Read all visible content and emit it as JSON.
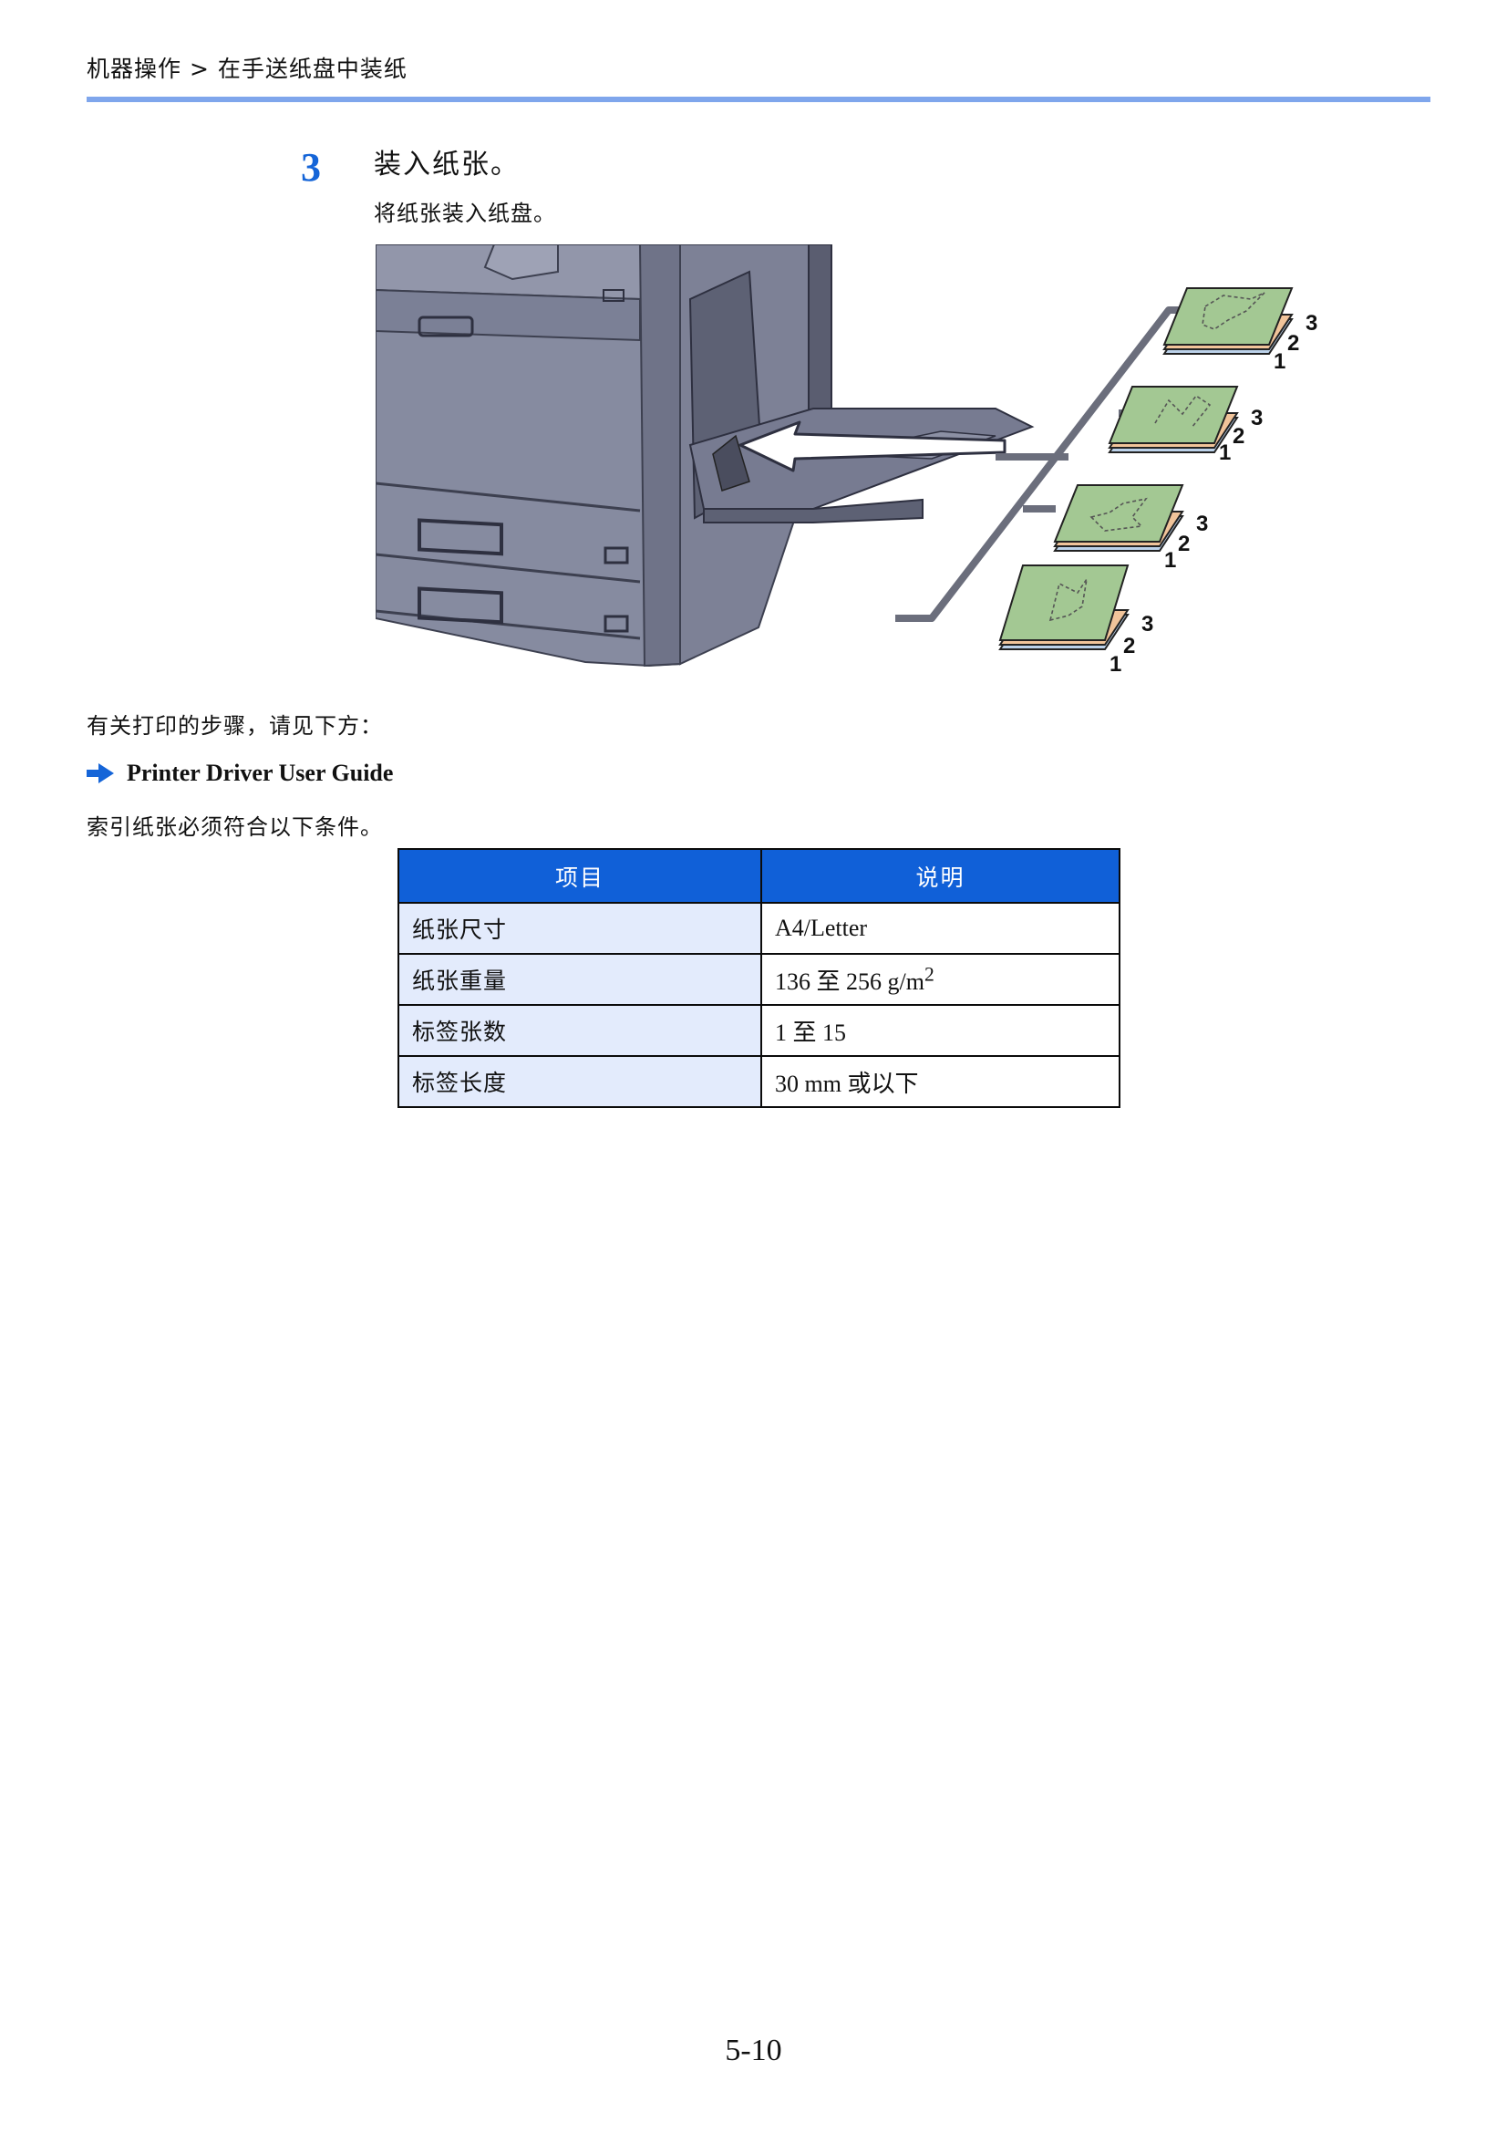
{
  "header": {
    "breadcrumb": "机器操作 > 在手送纸盘中装纸",
    "rule_color": "#7fa6ec"
  },
  "step": {
    "number": "3",
    "title": "装入纸张。",
    "description": "将纸张装入纸盘。"
  },
  "illustration": {
    "stack_labels": [
      "1",
      "2",
      "3"
    ],
    "sheet_colors": [
      "#a3c893",
      "#f1c49a",
      "#bcd2ea"
    ],
    "machine_color": "#888ba0"
  },
  "reference": {
    "text": "有关打印的步骤，请见下方：",
    "link_icon": "right-arrow-icon",
    "link_label": "Printer Driver User Guide"
  },
  "conditions_intro": "索引纸张必须符合以下条件。",
  "table": {
    "headers": [
      "项目",
      "说明"
    ],
    "header_color": "#1060d8",
    "rows": [
      {
        "item": "纸张尺寸",
        "desc": "A4/Letter"
      },
      {
        "item": "纸张重量",
        "desc": "136 至 256 g/m",
        "sup": "2"
      },
      {
        "item": "标签张数",
        "desc": "1 至 15"
      },
      {
        "item": "标签长度",
        "desc": "30 mm 或以下"
      }
    ]
  },
  "page_number": "5-10"
}
